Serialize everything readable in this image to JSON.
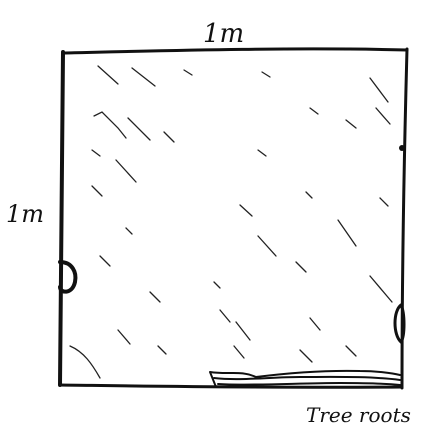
{
  "diagram": {
    "labels": {
      "top_side": "1m",
      "left_side": "1m",
      "bottom_right": "Tree roots"
    },
    "colors": {
      "ink": "#111111",
      "background": "#ffffff"
    }
  }
}
